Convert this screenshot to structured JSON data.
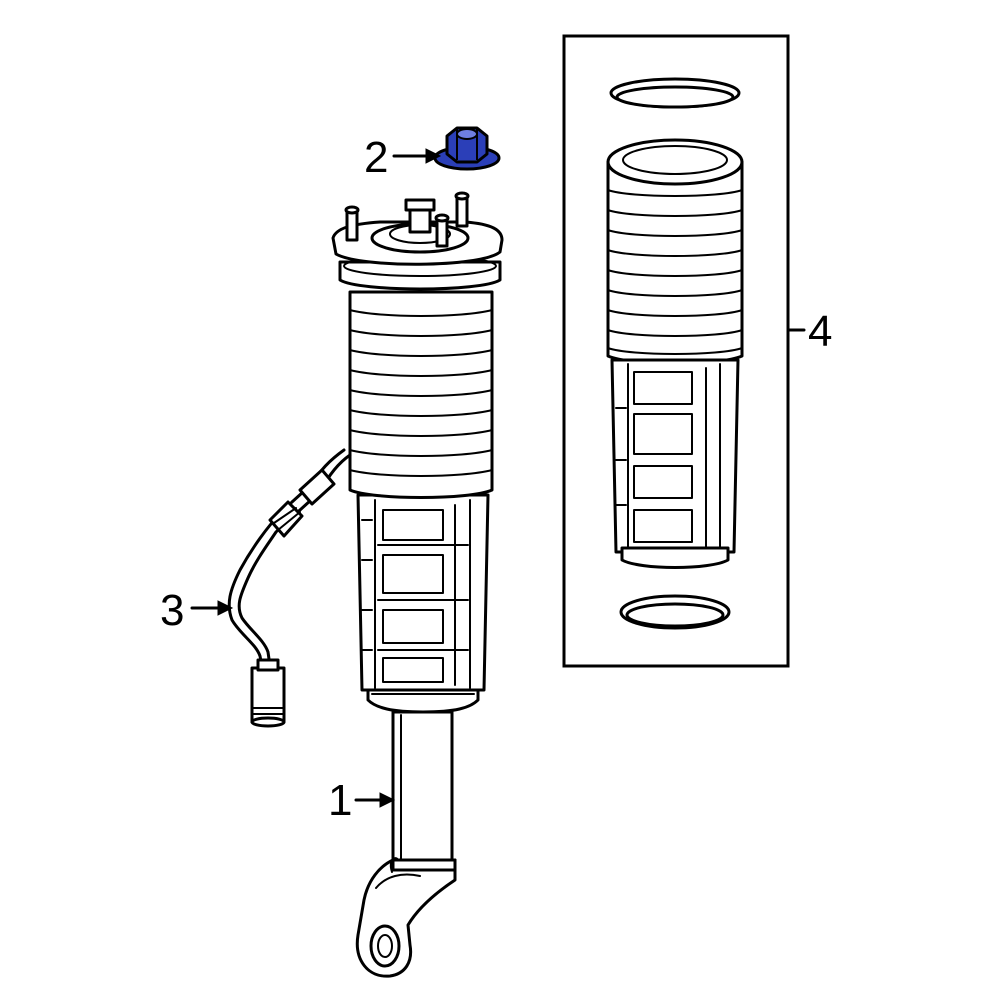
{
  "callouts": {
    "c1": "1",
    "c2": "2",
    "c3": "3",
    "c4": "4"
  },
  "colors": {
    "highlight": "#2b3fb8",
    "line": "#000000",
    "background": "#ffffff"
  }
}
